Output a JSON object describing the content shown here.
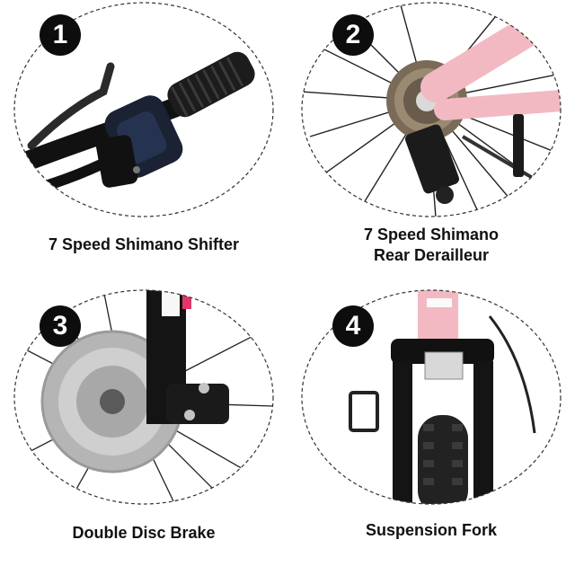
{
  "panels": [
    {
      "number": "1",
      "caption": "7 Speed Shimano Shifter",
      "photo_subject": "shifter-grip"
    },
    {
      "number": "2",
      "caption_line1": "7 Speed Shimano",
      "caption_line2": "Rear Derailleur",
      "photo_subject": "rear-derailleur"
    },
    {
      "number": "3",
      "caption": "Double Disc Brake",
      "photo_subject": "disc-brake"
    },
    {
      "number": "4",
      "caption": "Suspension Fork",
      "photo_subject": "suspension-fork"
    }
  ],
  "colors": {
    "frame_pink": "#f2b9c3",
    "badge": "#0d0d0d",
    "circle_border": "#333333"
  }
}
